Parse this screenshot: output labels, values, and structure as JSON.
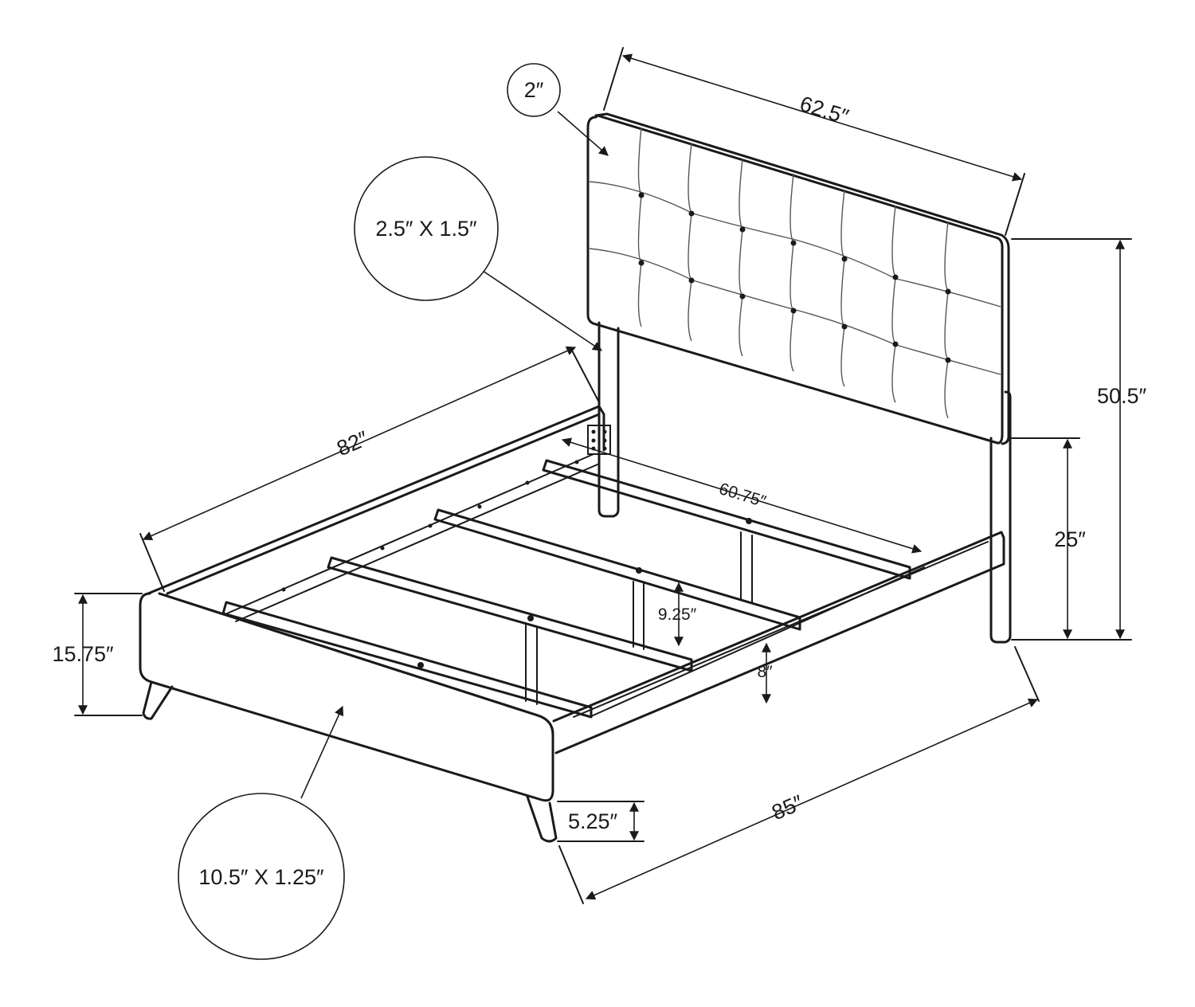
{
  "labels": {
    "headboard_width": "62.5″",
    "headboard_thickness": "2″",
    "post_size": "2.5″ X 1.5″",
    "length_82": "82″",
    "slat_span": "60.75″",
    "overall_height": "50.5″",
    "headboard_rail_height": "25″",
    "footboard_height": "15.75″",
    "slat_clearance": "9.25″",
    "rail_height": "8″",
    "footboard_size": "10.5″ X 1.25″",
    "leg_height": "5.25″",
    "overall_length": "85″"
  }
}
